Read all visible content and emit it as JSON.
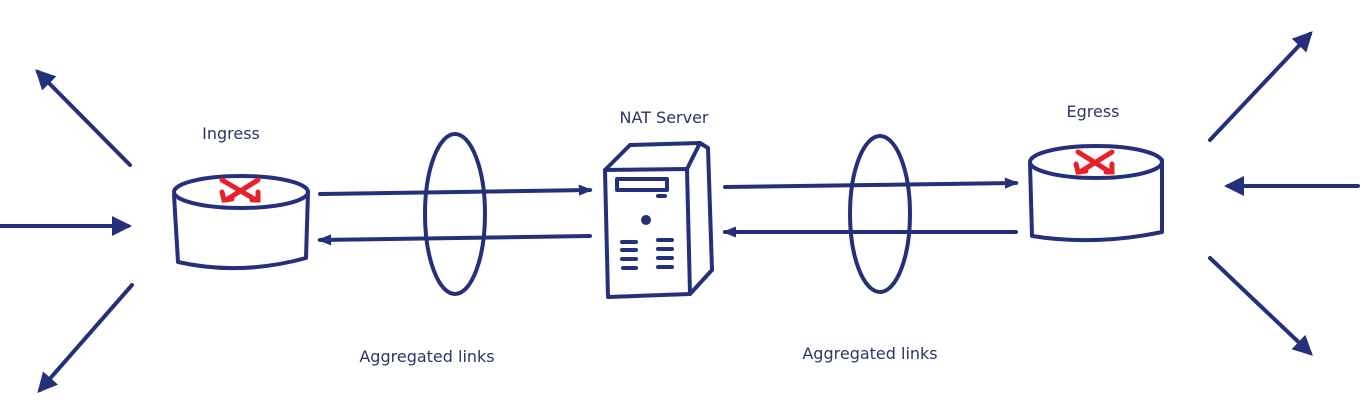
{
  "labels": {
    "ingress": "Ingress",
    "egress": "Egress",
    "nat_server": "NAT Server",
    "aggregated_links_left": "Aggregated links",
    "aggregated_links_right": "Aggregated links"
  },
  "colors": {
    "ink": "#24307a",
    "router_mark": "#e8202a",
    "text": "#2b3668"
  },
  "icons": [
    "router-icon",
    "server-icon",
    "arrow-icon",
    "link-aggregation-ellipse"
  ]
}
